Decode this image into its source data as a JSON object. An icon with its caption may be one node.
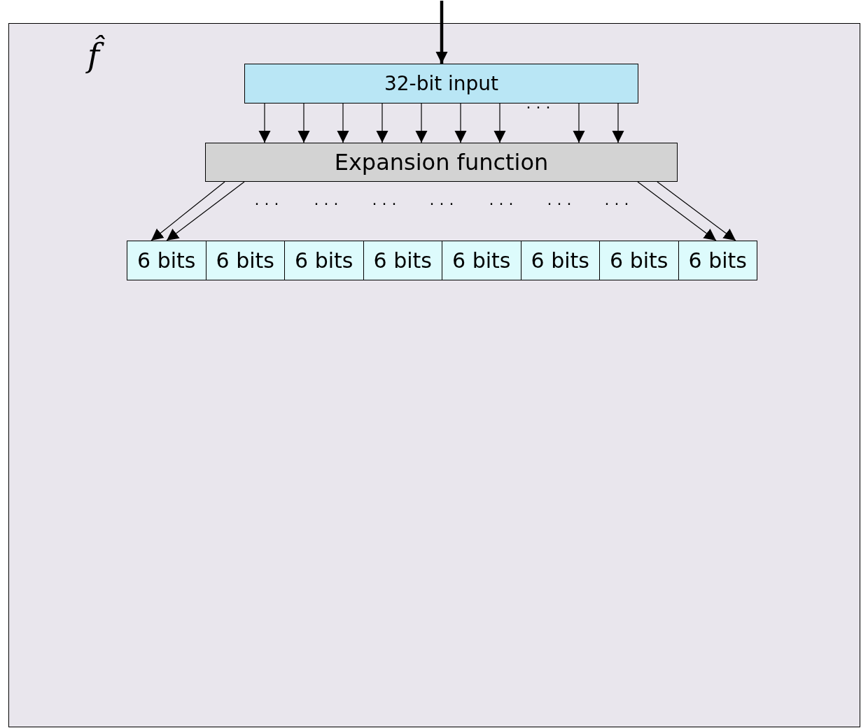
{
  "diagram": {
    "nodes": [
      {
        "text": [
          "f̂"
        ]
      },
      {
        "text": [
          "32-bit input"
        ],
        "in": 0
      },
      {
        "text": [
          "Expansion function"
        ],
        "in": 0
      },
      {
        "text": [
          "6 bits"
        ],
        "in": 0
      },
      {
        "text": [
          "6 bits"
        ],
        "in": 0
      },
      {
        "text": [
          "6 bits"
        ],
        "in": 0
      },
      {
        "text": [
          "6 bits"
        ],
        "in": 0
      },
      {
        "text": [
          "6 bits"
        ],
        "in": 0
      },
      {
        "text": [
          "6 bits"
        ],
        "in": 0
      },
      {
        "text": [
          "6 bits"
        ],
        "in": 0
      },
      {
        "text": [
          "6 bits"
        ],
        "in": 0
      }
    ],
    "edges": [
      {
        "from": null,
        "to": 1,
        "arrow": "to",
        "style": "thick"
      },
      {
        "from": 1,
        "to": 2,
        "arrow": "to"
      },
      {
        "from": 1,
        "to": 2,
        "arrow": "to"
      },
      {
        "from": 1,
        "to": 2,
        "arrow": "to"
      },
      {
        "from": 1,
        "to": 2,
        "arrow": "to"
      },
      {
        "from": 1,
        "to": 2,
        "arrow": "to"
      },
      {
        "from": 1,
        "to": 2,
        "arrow": "to"
      },
      {
        "from": 1,
        "to": 2,
        "arrow": "to"
      },
      {
        "from": 1,
        "to": 2,
        "arrow": "to"
      },
      {
        "from": 1,
        "to": 2,
        "arrow": "to"
      },
      {
        "from": 2,
        "to": 3,
        "arrow": "to"
      },
      {
        "from": 2,
        "to": 3,
        "arrow": "to"
      },
      {
        "from": 2,
        "to": 10,
        "arrow": "to"
      },
      {
        "from": 2,
        "to": 10,
        "arrow": "to"
      }
    ],
    "labels": [
      "· · ·",
      "· · ·",
      "· · ·",
      "· · ·",
      "· · ·",
      "· · ·",
      "· · ·",
      "· · ·"
    ]
  }
}
